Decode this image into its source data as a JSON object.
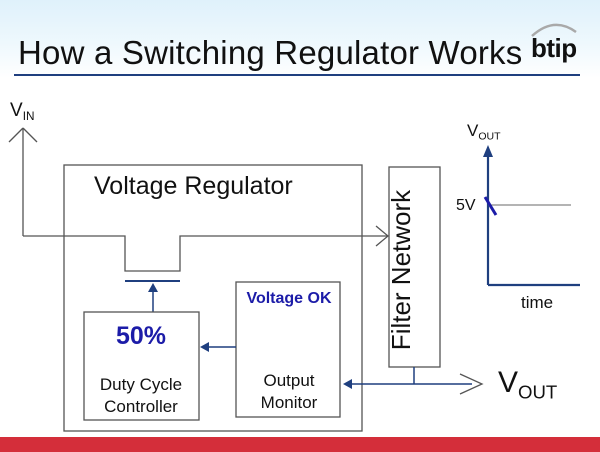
{
  "slide": {
    "title": "How a Switching Regulator Works",
    "logo_text": "btip"
  },
  "diagram": {
    "vin_label": "V",
    "vin_sub": "IN",
    "regulator_label": "Voltage Regulator",
    "duty_percent": "50%",
    "duty_label": "Duty Cycle Controller",
    "status_label": "Voltage OK",
    "monitor_label": "Output Monitor",
    "filter_label": "Filter Network",
    "vout_label": "V",
    "vout_sub": "OUT"
  },
  "graph": {
    "y_label": "V",
    "y_sub": "OUT",
    "level_label": "5V",
    "x_label": "time"
  },
  "colors": {
    "accent_blue": "#1c1ca8",
    "line_blue": "#1f3f7f",
    "brand_red": "#d42e3a",
    "header_tint": "#dff1fb"
  }
}
